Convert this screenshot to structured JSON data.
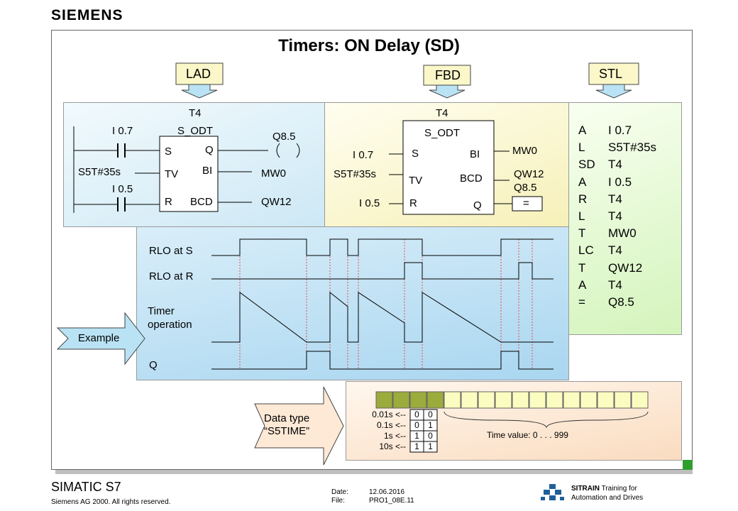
{
  "brand": "SIEMENS",
  "title": "Timers: ON Delay (SD)",
  "tabs": {
    "lad": "LAD",
    "fbd": "FBD",
    "stl": "STL"
  },
  "lad": {
    "timer": "T4",
    "block": "S_ODT",
    "pin_s": "S",
    "pin_q": "Q",
    "pin_tv": "TV",
    "pin_bi": "BI",
    "pin_r": "R",
    "pin_bcd": "BCD",
    "in_s": "I 0.7",
    "in_tv": "S5T#35s",
    "in_r": "I 0.5",
    "coil": "Q8.5",
    "out_bi": "MW0",
    "out_bcd": "QW12"
  },
  "fbd": {
    "timer": "T4",
    "block": "S_ODT",
    "pin_s": "S",
    "pin_bi": "BI",
    "pin_tv": "TV",
    "pin_bcd": "BCD",
    "pin_r": "R",
    "pin_q": "Q",
    "in_s": "I 0.7",
    "in_tv": "S5T#35s",
    "in_r": "I 0.5",
    "out_bi": "MW0",
    "out_bcd": "QW12",
    "out_q": "Q8.5",
    "assign": "="
  },
  "stl_lines": [
    {
      "op": "A",
      "arg": "I 0.7"
    },
    {
      "op": "L",
      "arg": "S5T#35s"
    },
    {
      "op": "SD",
      "arg": "T4"
    },
    {
      "op": "A",
      "arg": "I 0.5"
    },
    {
      "op": "R",
      "arg": "T4"
    },
    {
      "op": "L",
      "arg": "T4"
    },
    {
      "op": "T",
      "arg": "MW0"
    },
    {
      "op": "LC",
      "arg": "T4"
    },
    {
      "op": "T",
      "arg": "QW12"
    },
    {
      "op": "A",
      "arg": "T4"
    },
    {
      "op": "=",
      "arg": "Q8.5"
    }
  ],
  "timing": {
    "rlo_s": "RLO at S",
    "rlo_r": "RLO at R",
    "timer_op_1": "Timer",
    "timer_op_2": "operation",
    "q": "Q",
    "example": "Example"
  },
  "s5time": {
    "arrow_1": "Data type",
    "arrow_2": "“S5TIME”",
    "bases": [
      "0.01s <--",
      "0.1s <--",
      "1s <--",
      "10s <--"
    ],
    "bits": [
      [
        "0",
        "0"
      ],
      [
        "0",
        "1"
      ],
      [
        "1",
        "0"
      ],
      [
        "1",
        "1"
      ]
    ],
    "value_label": "Time value:  0 . . . 999"
  },
  "footer": {
    "product": "SIMATIC S7",
    "copyright": "Siemens AG 2000. All rights reserved.",
    "date_label": "Date:",
    "date": "12.06.2016",
    "file_label": "File:",
    "file": "PRO1_08E.11",
    "sitrain": "SITRAIN",
    "sitrain_sub_1": "Training for",
    "sitrain_sub_2": "Automation and Drives"
  },
  "colors": {
    "lad_bg": "#dff0f8",
    "fbd_bg": "#fbf8d2",
    "stl_bg": "#e9fbd9",
    "timing_bg": "#bfe1f4",
    "s5time_bg": "#fde9d6",
    "tab_bg": "#fbf7c9",
    "arrow_fill": "#b9e3f4",
    "bit_green": "#9bab3c",
    "signal_marker": "#e05050"
  }
}
